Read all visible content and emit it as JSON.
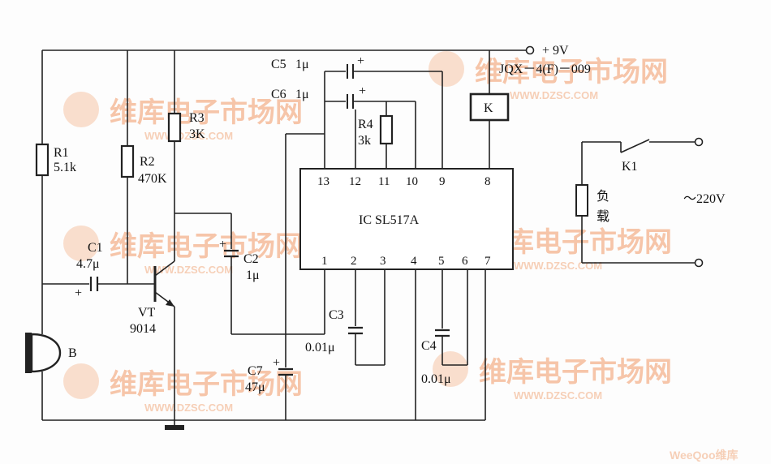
{
  "supply": "+ 9V",
  "relay_model": "JQX－4(F)－009",
  "relay": "K",
  "switch": "K1",
  "load": [
    "负",
    "载"
  ],
  "mains": "～220V",
  "ic": "IC SL517A",
  "ic_pins_top": [
    "13",
    "12",
    "11",
    "10",
    "9",
    "8"
  ],
  "ic_pins_bottom": [
    "1",
    "2",
    "3",
    "4",
    "5",
    "6",
    "7"
  ],
  "components": {
    "r1": {
      "name": "R1",
      "value": "5.1k"
    },
    "r2": {
      "name": "R2",
      "value": "470K"
    },
    "r3": {
      "name": "R3",
      "value": "3K"
    },
    "r4": {
      "name": "R4",
      "value": "3k"
    },
    "c1": {
      "name": "C1",
      "value": "4.7μ"
    },
    "c2": {
      "name": "C2",
      "value": "1μ"
    },
    "c3": {
      "name": "C3",
      "value": "0.01μ"
    },
    "c4": {
      "name": "C4",
      "value": "0.01μ"
    },
    "c5": {
      "name": "C5",
      "value": "1μ"
    },
    "c6": {
      "name": "C6",
      "value": "1μ"
    },
    "c7": {
      "name": "C7",
      "value": "47μ"
    },
    "vt": {
      "name": "VT",
      "value": "9014"
    },
    "mic": {
      "name": "B"
    }
  },
  "polarity": "+",
  "watermark": {
    "cn": "维库电子市场网",
    "url": "WWW.DZSC.COM",
    "corner": "WeeQoo维库"
  }
}
